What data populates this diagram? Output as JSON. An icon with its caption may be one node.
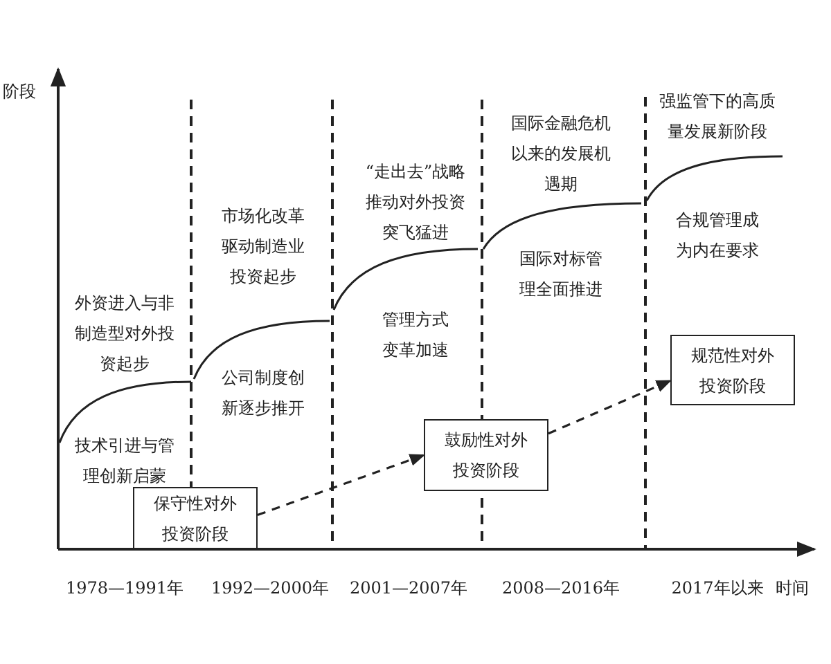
{
  "diagram": {
    "nodes": [
      {
        "text": [
          "保守性对外投资阶段"
        ]
      },
      {
        "text": [
          "鼓励性对外投资阶段"
        ]
      },
      {
        "text": [
          "规范性对外投资阶段"
        ]
      }
    ],
    "edges": [
      {
        "from": 0,
        "to": 1,
        "arrow": "to",
        "style": "dashed"
      },
      {
        "from": 1,
        "to": 2,
        "arrow": "to",
        "style": "dashed"
      }
    ],
    "labels": [
      "阶段",
      "国际金融危机以来的发展机遇期",
      "强监管下的高质量发展新阶段",
      "“走出去”战略推动对外投资突飞猛进",
      "市场化改革驱动制造业投资起步",
      "合规管理成为内在要求",
      "国际对标管理全面推进",
      "外资进入与非制造型对外投资起步",
      "管理方式变革加速",
      "公司制度创新逐步推开",
      "技术引进与管理创新启蒙",
      "1978—1991年",
      "1992—2000年",
      "2001—2007年",
      "2008—2016年",
      "2017年以来",
      "时间"
    ]
  }
}
